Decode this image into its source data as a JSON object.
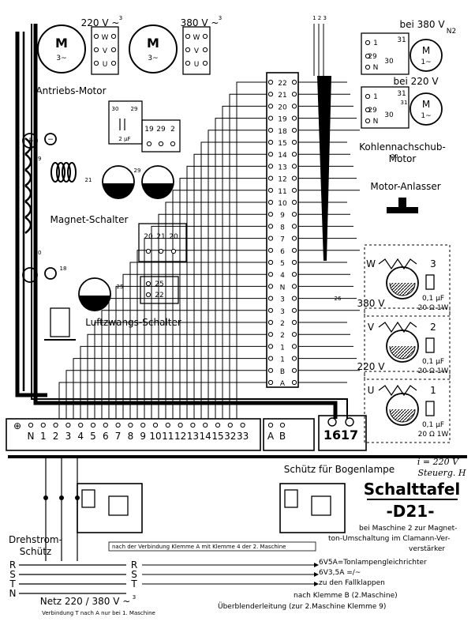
{
  "motors": {
    "drive_label": "Antriebs-Motor",
    "m_label": "M",
    "phase_label": "3~",
    "single_phase_label": "1~",
    "v220": "220 V ~",
    "v380": "380 V ~",
    "exp3": "3",
    "terms_wvu": [
      "W",
      "V",
      "U"
    ],
    "carbon_feed": [
      "Kohlennachschub-",
      "Motor"
    ],
    "bei380": "bei 380 V",
    "bei220": "bei 220 V",
    "n2": "N2"
  },
  "terminal_small": [
    "1",
    "29",
    "N",
    "30",
    "31"
  ],
  "capacitor_box": {
    "t30": "30",
    "t29": "29",
    "cap": "2 µF"
  },
  "strip_top": [
    "19",
    "29",
    "2"
  ],
  "magnet_switch": {
    "label": "Magnet-Schalter",
    "terms": [
      "20",
      "21",
      "20"
    ]
  },
  "luft_switch": {
    "label": "Luftzwangs-Schalter",
    "terms": [
      "25",
      "22"
    ]
  },
  "main_strip": [
    "22",
    "21",
    "20",
    "19",
    "18",
    "15",
    "14",
    "13",
    "12",
    "11",
    "10",
    "9",
    "8",
    "7",
    "6",
    "5",
    "4",
    "N",
    "3",
    "3",
    "2",
    "2",
    "1",
    "1",
    "B",
    "A"
  ],
  "cable_label": "1 2 3",
  "motor_starter": {
    "label": "Motor-Anlasser",
    "stages": [
      {
        "phase": "W",
        "num": "3",
        "cap": "0,1 µF",
        "res": "20 Ω 1W",
        "volt": "380 V"
      },
      {
        "phase": "V",
        "num": "2",
        "cap": "0,1 µF",
        "res": "20 Ω 1W",
        "volt": "220 V"
      },
      {
        "phase": "U",
        "num": "1",
        "cap": "0,1 µF",
        "res": "20 Ω 1W",
        "volt": ""
      }
    ],
    "small_nums": [
      "25",
      "21",
      "25"
    ]
  },
  "bottom_terms": [
    "N",
    "1",
    "2",
    "3",
    "4",
    "5",
    "6",
    "7",
    "8",
    "9",
    "10",
    "11",
    "12",
    "13",
    "14",
    "15",
    "32",
    "33"
  ],
  "ab_terms": [
    "A",
    "B"
  ],
  "big_terms": [
    "16",
    "17"
  ],
  "contactor": {
    "drehstrom": [
      "Drehstrom-",
      "Schütz"
    ],
    "bogen": "Schütz für Bogenlampe"
  },
  "title": {
    "line1": "Schalttafel",
    "line2": "-D21-"
  },
  "handwriting": [
    "i = 220 V",
    "Steuerg. H"
  ],
  "notes": {
    "maschine2": [
      "bei Maschine 2 zur Magnet-",
      "ton-Umschaltung im Clamann-Ver-",
      "verstärker"
    ],
    "klemme": "nach der Verbindung  Klemme A mit Klemme 4 der 2. Maschine",
    "gleichrichter1": "6V5A=Tonlampengleichrichter",
    "gleichrichter2": "6V3,5A =/~",
    "fallklappen": "zu den Fallklappen",
    "klemmeB": "nach Klemme B (2.Maschine)",
    "ueberblender": "Überblenderleitung (zur 2.Maschine Klemme 9)"
  },
  "net": {
    "label": "Netz 220 / 380 V ~",
    "exp": "3",
    "phases": [
      "R",
      "S",
      "T",
      "N"
    ],
    "verbindung": "Verbindung T nach A nur bei 1. Maschine"
  },
  "misc_nums": [
    "19",
    "20",
    "18",
    "21",
    "29",
    "25",
    "31",
    "26",
    "20"
  ]
}
